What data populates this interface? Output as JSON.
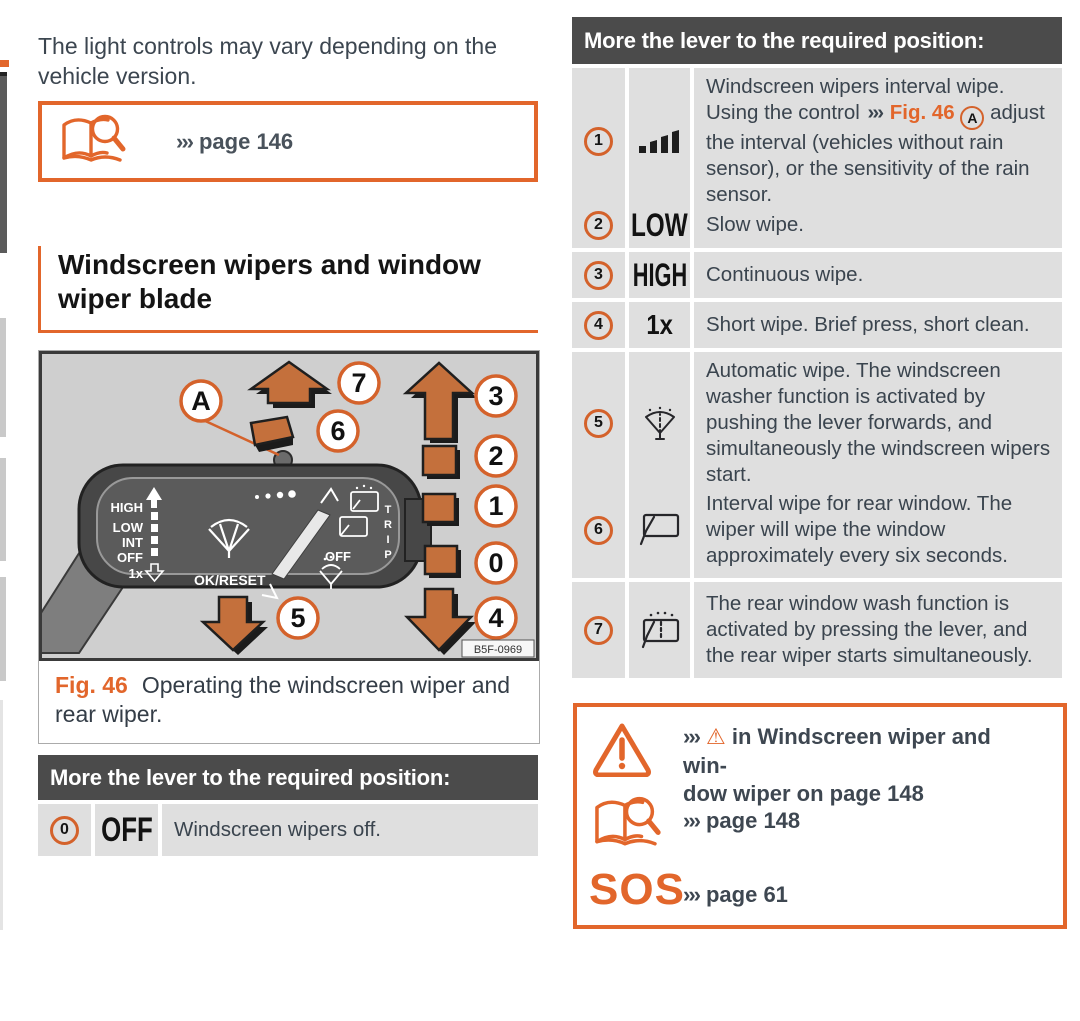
{
  "colors": {
    "accent_orange": "#E2662B",
    "figure_orange": "#C4703C",
    "header_bar": "#4B4B4B",
    "cell_gray": "#DFDFDF",
    "body_text": "#3B444E"
  },
  "left": {
    "intro": "The light controls may vary depending on the vehicle version.",
    "ref_box": {
      "chevrons": "›››",
      "label": "page 146"
    },
    "section_title": "Windscreen wipers and window wiper blade",
    "figure": {
      "caption_label": "Fig. 46",
      "caption_text": "Operating the windscreen wiper and rear wiper.",
      "code": "B5F-0969",
      "callouts": [
        "A",
        "7",
        "6",
        "3",
        "2",
        "1",
        "0",
        "4",
        "5"
      ],
      "stalk": {
        "high": "HIGH",
        "low": "LOW",
        "int": "INT",
        "off": "OFF",
        "once": "1x",
        "ok_reset": "OK/RESET",
        "off_right": "OFF",
        "trip_letters": [
          "T",
          "R",
          "I",
          "P"
        ]
      }
    },
    "table": {
      "header": "More the lever to the required position:",
      "rows": [
        {
          "num": "0",
          "symbol": "OFF",
          "desc": "Windscreen wipers off."
        }
      ]
    }
  },
  "right": {
    "table": {
      "header": "More the lever to the required position:",
      "rows": [
        {
          "num": "1",
          "desc_line1": "Windscreen wipers interval wipe.",
          "desc_pre": "Using the control",
          "chevrons": "›››",
          "fig_ref": "Fig. 46",
          "fig_callout": "A",
          "desc_post": "adjust the interval (vehicles without rain sensor), or the sensitivity of the rain sensor."
        },
        {
          "num": "2",
          "symbol": "LOW",
          "desc": "Slow wipe."
        },
        {
          "num": "3",
          "symbol": "HIGH",
          "desc": "Continuous wipe."
        },
        {
          "num": "4",
          "symbol": "1x",
          "desc": "Short wipe. Brief press, short clean."
        },
        {
          "num": "5",
          "desc": "Automatic wipe. The windscreen washer function is activated by pushing the lever forwards, and simultaneously the windscreen wipers start."
        },
        {
          "num": "6",
          "desc": "Interval wipe for rear window. The wiper will wipe the window approximately every six seconds."
        },
        {
          "num": "7",
          "desc": "The rear window wash function is activated by pressing the lever, and the rear wiper starts simultaneously."
        }
      ]
    },
    "note_box": {
      "warning": {
        "chevrons": "›››",
        "warning_symbol": "⚠",
        "line1": "in Windscreen wiper and win-",
        "line2": "dow wiper on page 148"
      },
      "book_ref": {
        "chevrons": "›››",
        "label": "page 148"
      },
      "sos_ref": {
        "icon_text": "SOS",
        "chevrons": "›››",
        "label": "page 61"
      }
    }
  }
}
